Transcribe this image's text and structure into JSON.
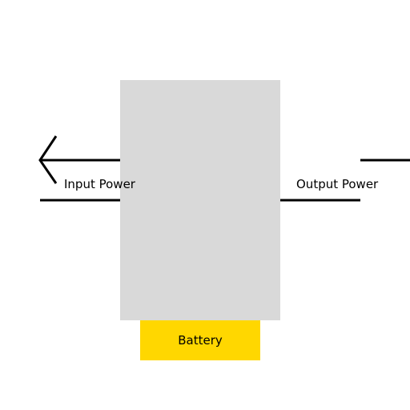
{
  "diagram": {
    "input_label": "Input Power",
    "output_label": "Output Power",
    "battery_label": "Battery"
  },
  "colors": {
    "device_fill": "#d9d9d9",
    "battery_fill": "#ffd700",
    "line": "#000000",
    "background": "#ffffff"
  }
}
